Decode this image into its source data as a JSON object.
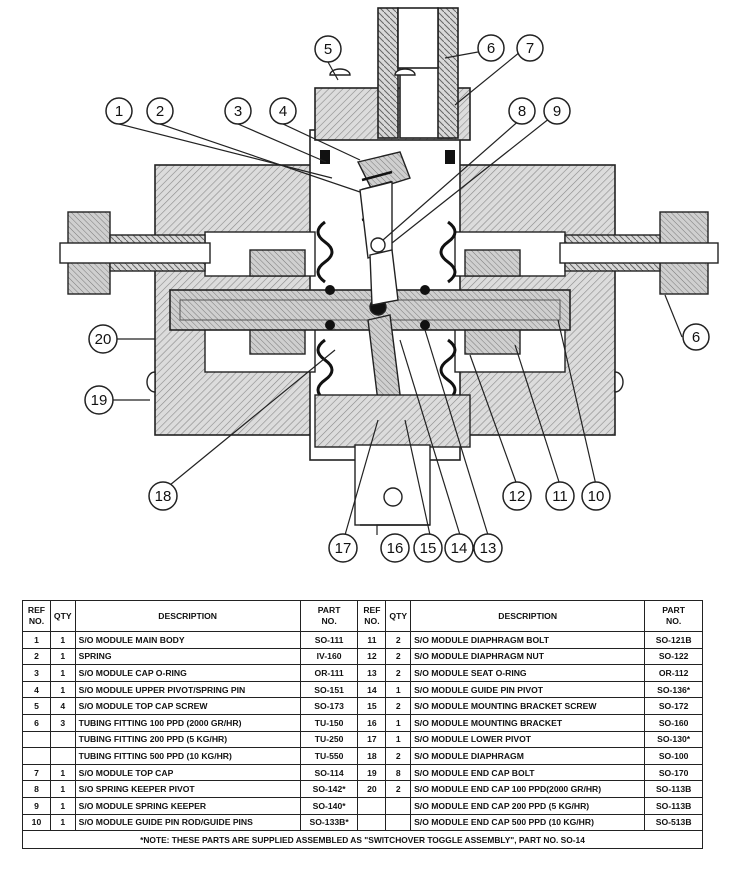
{
  "callouts": [
    "1",
    "2",
    "3",
    "4",
    "5",
    "6",
    "7",
    "8",
    "9",
    "6",
    "20",
    "19",
    "18",
    "17",
    "16",
    "15",
    "14",
    "13",
    "12",
    "11",
    "10"
  ],
  "table": {
    "headers": {
      "ref": [
        "REF",
        "NO."
      ],
      "qty": "QTY",
      "description": "DESCRIPTION",
      "part": [
        "PART",
        "NO."
      ]
    },
    "left_rows": [
      {
        "ref": "1",
        "qty": "1",
        "desc": "S/O MODULE MAIN BODY",
        "part": "SO-111"
      },
      {
        "ref": "2",
        "qty": "1",
        "desc": "SPRING",
        "part": "IV-160"
      },
      {
        "ref": "3",
        "qty": "1",
        "desc": "S/O MODULE CAP O-RING",
        "part": "OR-111"
      },
      {
        "ref": "4",
        "qty": "1",
        "desc": "S/O MODULE UPPER PIVOT/SPRING PIN",
        "part": "SO-151"
      },
      {
        "ref": "5",
        "qty": "4",
        "desc": "S/O MODULE TOP CAP SCREW",
        "part": "SO-173"
      },
      {
        "ref": "6",
        "qty": "3",
        "desc": "TUBING FITTING 100 PPD (2000 GR/HR)",
        "part": "TU-150"
      },
      {
        "ref": "",
        "qty": "",
        "desc": "TUBING FITTING 200 PPD (5 KG/HR)",
        "part": "TU-250"
      },
      {
        "ref": "",
        "qty": "",
        "desc": "TUBING FITTING 500 PPD (10 KG/HR)",
        "part": "TU-550"
      },
      {
        "ref": "7",
        "qty": "1",
        "desc": "S/O MODULE TOP CAP",
        "part": "SO-114"
      },
      {
        "ref": "8",
        "qty": "1",
        "desc": "S/O SPRING KEEPER PIVOT",
        "part": "SO-142*"
      },
      {
        "ref": "9",
        "qty": "1",
        "desc": "S/O MODULE SPRING KEEPER",
        "part": "SO-140*"
      },
      {
        "ref": "10",
        "qty": "1",
        "desc": "S/O MODULE GUIDE PIN ROD/GUIDE PINS",
        "part": "SO-133B*"
      }
    ],
    "right_rows": [
      {
        "ref": "11",
        "qty": "2",
        "desc": "S/O MODULE DIAPHRAGM BOLT",
        "part": "SO-121B"
      },
      {
        "ref": "12",
        "qty": "2",
        "desc": "S/O MODULE DIAPHRAGM NUT",
        "part": "SO-122"
      },
      {
        "ref": "13",
        "qty": "2",
        "desc": "S/O MODULE SEAT O-RING",
        "part": "OR-112"
      },
      {
        "ref": "14",
        "qty": "1",
        "desc": "S/O MODULE GUIDE PIN PIVOT",
        "part": "SO-136*"
      },
      {
        "ref": "15",
        "qty": "2",
        "desc": "S/O MODULE MOUNTING BRACKET SCREW",
        "part": "SO-172"
      },
      {
        "ref": "16",
        "qty": "1",
        "desc": "S/O MODULE MOUNTING BRACKET",
        "part": "SO-160"
      },
      {
        "ref": "17",
        "qty": "1",
        "desc": "S/O MODULE LOWER PIVOT",
        "part": "SO-130*"
      },
      {
        "ref": "18",
        "qty": "2",
        "desc": "S/O MODULE DIAPHRAGM",
        "part": "SO-100"
      },
      {
        "ref": "19",
        "qty": "8",
        "desc": "S/O MODULE END CAP BOLT",
        "part": "SO-170"
      },
      {
        "ref": "20",
        "qty": "2",
        "desc": "S/O MODULE END CAP 100 PPD(2000 GR/HR)",
        "part": "SO-113B"
      },
      {
        "ref": "",
        "qty": "",
        "desc": "S/O MODULE END CAP 200 PPD (5 KG/HR)",
        "part": "SO-113B"
      },
      {
        "ref": "",
        "qty": "",
        "desc": "S/O MODULE END CAP 500 PPD (10 KG/HR)",
        "part": "SO-513B"
      }
    ],
    "note": "*NOTE: THESE PARTS ARE SUPPLIED ASSEMBLED AS \"SWITCHOVER TOGGLE ASSEMBLY\", PART NO. SO-14"
  }
}
